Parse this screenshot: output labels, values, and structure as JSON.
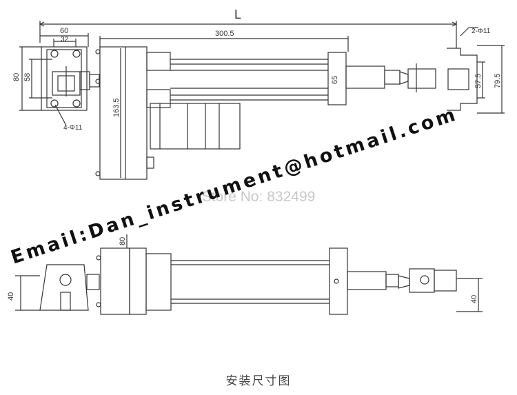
{
  "top_view": {
    "dim_L": "L",
    "dim_60": "60",
    "dim_32": "32",
    "dim_300_5": "300.5",
    "dim_2_phi11": "2-Φ11",
    "dim_80": "80",
    "dim_58": "58",
    "dim_163_5": "163.5",
    "dim_65": "65",
    "dim_57_5": "57.5",
    "dim_79_5": "79.5",
    "dim_4_phi11": "4-Φ11"
  },
  "side_view": {
    "dim_80": "80",
    "dim_40_left": "40",
    "dim_40_right": "40"
  },
  "watermark": {
    "store": "Store No: 832499",
    "email": "Email:Dan_instrument@hotmail.com"
  },
  "caption": "安装尺寸图",
  "colors": {
    "line": "#333333",
    "watermark_store": "#c8c8c8",
    "watermark_email": "#111111"
  }
}
